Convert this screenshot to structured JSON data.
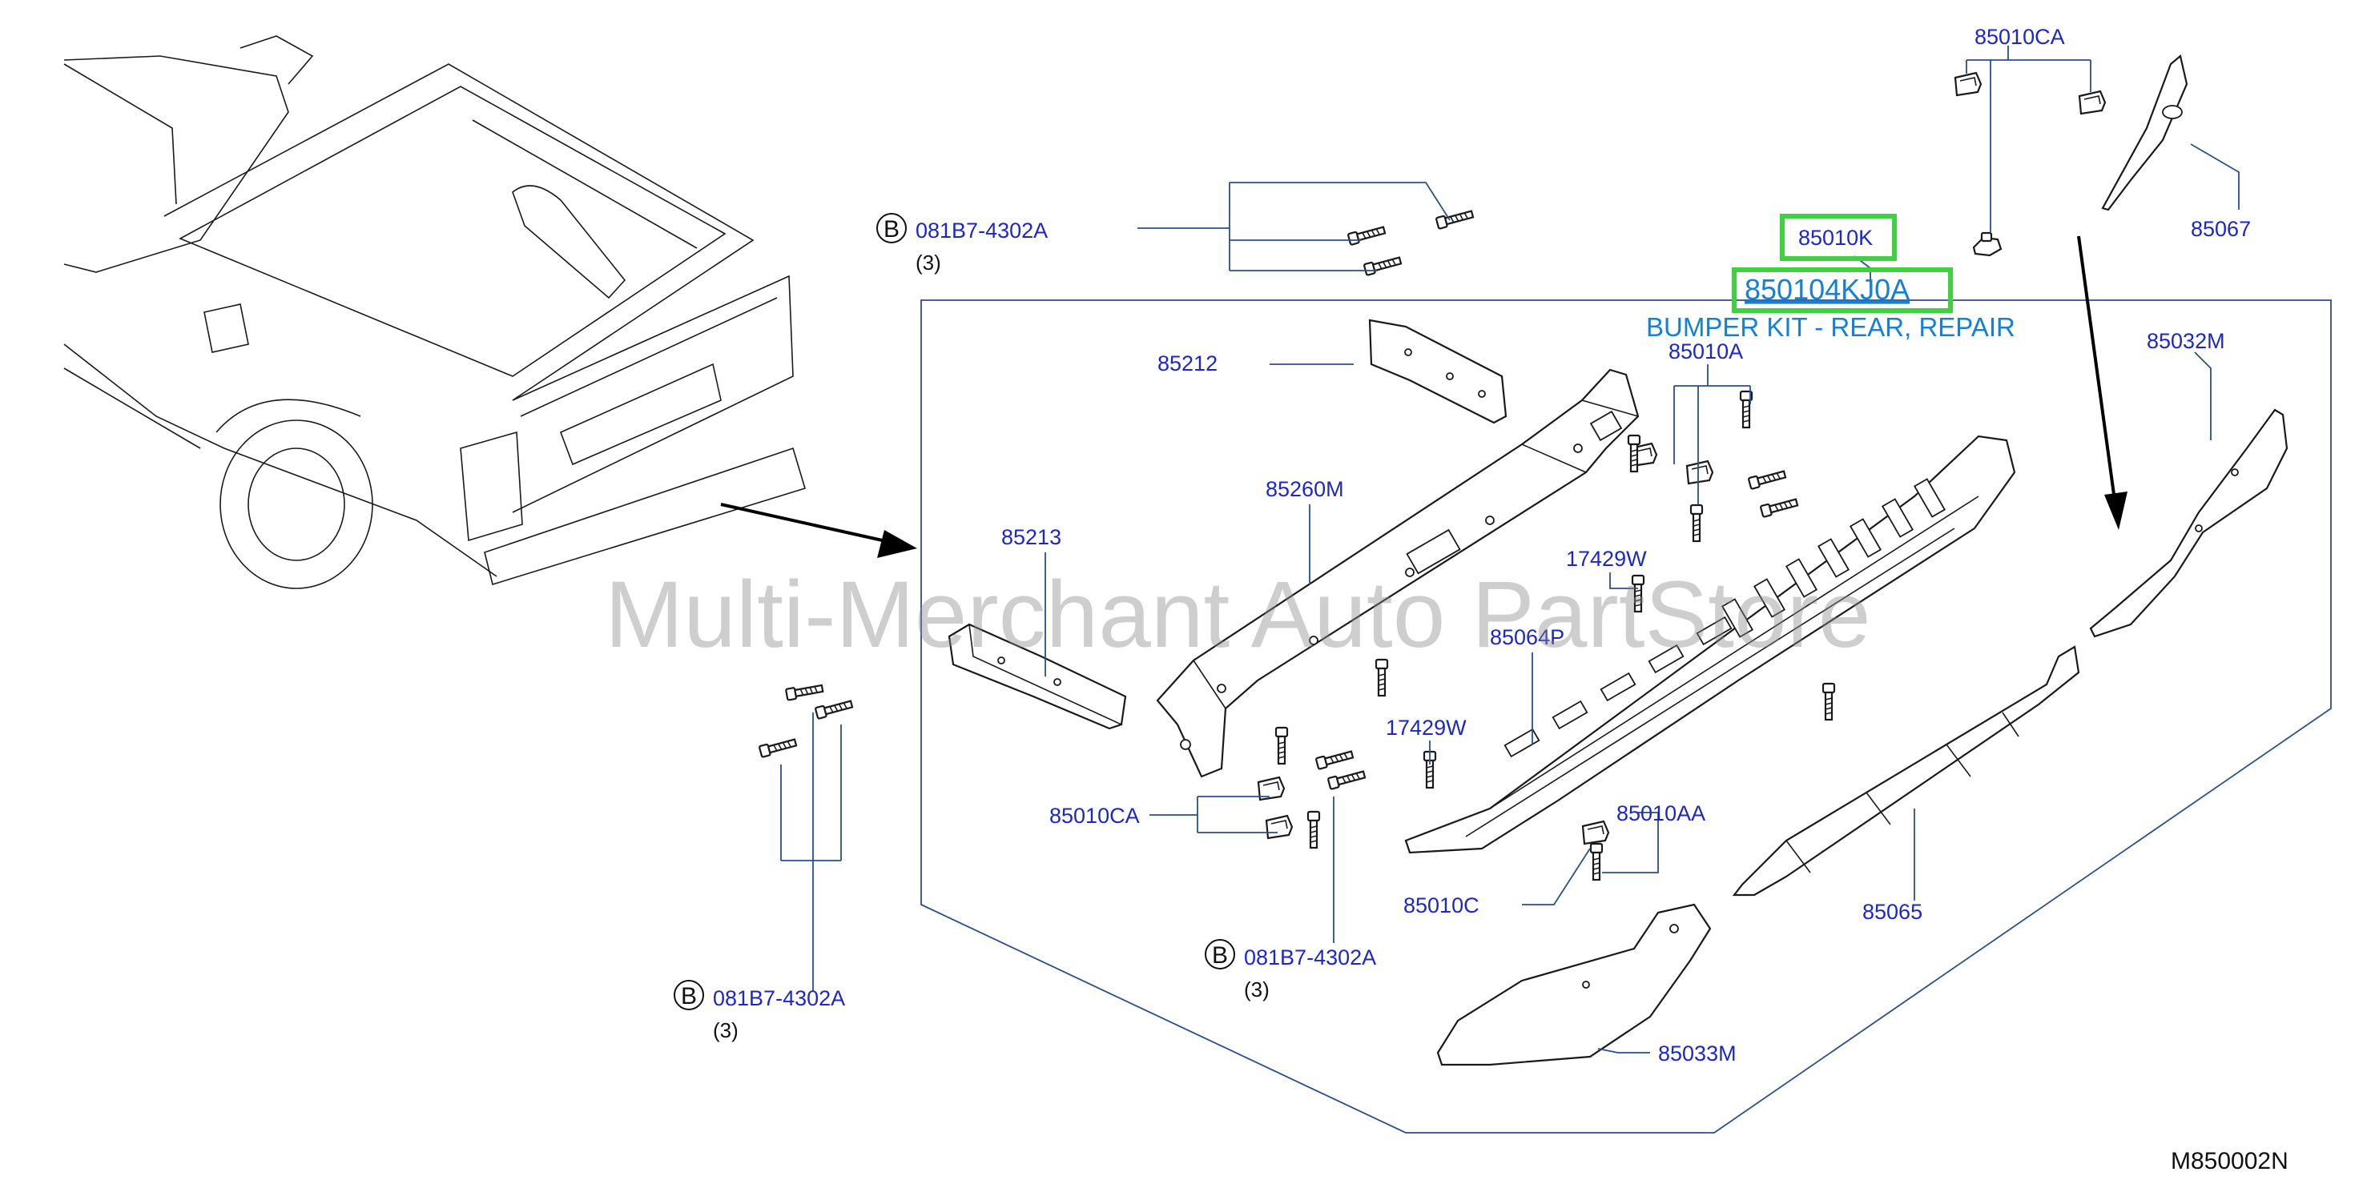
{
  "watermark": "Multi-Merchant Auto PartStore",
  "diagram_code": "M850002N",
  "bolt_letter": "B",
  "kit": {
    "part_number": "850104KJ0A",
    "description": "BUMPER KIT - REAR, REPAIR",
    "component": "85010K"
  },
  "labels": {
    "p85010CA_top": "85010CA",
    "p85067": "85067",
    "p85032M": "85032M",
    "p85212": "85212",
    "p85010A": "85010A",
    "p85260M": "85260M",
    "p85213": "85213",
    "p17429W_a": "17429W",
    "p85064P": "85064P",
    "p17429W_b": "17429W",
    "p85010CA_mid": "85010CA",
    "p85010AA": "85010AA",
    "p85010C": "85010C",
    "p85065": "85065",
    "p85033M": "85033M"
  },
  "bolt_callouts": [
    {
      "part": "081B7-4302A",
      "qty": "(3)"
    },
    {
      "part": "081B7-4302A",
      "qty": "(3)"
    },
    {
      "part": "081B7-4302A",
      "qty": "(3)"
    }
  ]
}
